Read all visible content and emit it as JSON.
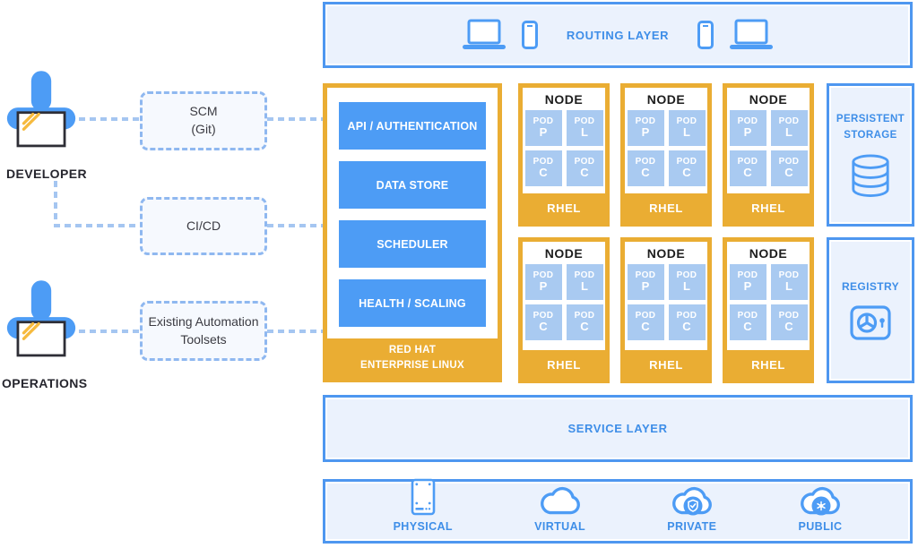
{
  "colors": {
    "gold": "#EAAD33",
    "blue": "#4D9CF5",
    "pod_blue": "#A9CAF1",
    "panel_bg": "#EBF2FD",
    "panel_border": "#4E97F0",
    "panel_text": "#3E8EE8",
    "dash": "#A5C6F1",
    "box_border": "#8FB8F0",
    "ink": "#26262E"
  },
  "actors": {
    "developer": {
      "label": "DEVELOPER"
    },
    "operations": {
      "label": "OPERATIONS"
    }
  },
  "tool_boxes": {
    "scm": {
      "line1": "SCM",
      "line2": "(Git)"
    },
    "cicd": {
      "label": "CI/CD"
    },
    "automation": {
      "line1": "Existing Automation",
      "line2": "Toolsets"
    }
  },
  "routing_layer": {
    "label": "ROUTING LAYER"
  },
  "master": {
    "components": [
      "API / AUTHENTICATION",
      "DATA STORE",
      "SCHEDULER",
      "HEALTH / SCALING"
    ],
    "os_line1": "RED HAT",
    "os_line2": "ENTERPRISE LINUX"
  },
  "node": {
    "title": "NODE",
    "os": "RHEL",
    "pod_word": "POD",
    "pod_letters": [
      "P",
      "L",
      "C",
      "C"
    ]
  },
  "storage": {
    "line1": "PERSISTENT",
    "line2": "STORAGE"
  },
  "registry": {
    "label": "REGISTRY"
  },
  "service_layer": {
    "label": "SERVICE LAYER"
  },
  "infrastructure": {
    "items": [
      {
        "label": "PHYSICAL",
        "icon": "server-icon"
      },
      {
        "label": "VIRTUAL",
        "icon": "cloud-icon"
      },
      {
        "label": "PRIVATE",
        "icon": "cloud-shield-icon"
      },
      {
        "label": "PUBLIC",
        "icon": "cloud-public-icon"
      }
    ]
  }
}
